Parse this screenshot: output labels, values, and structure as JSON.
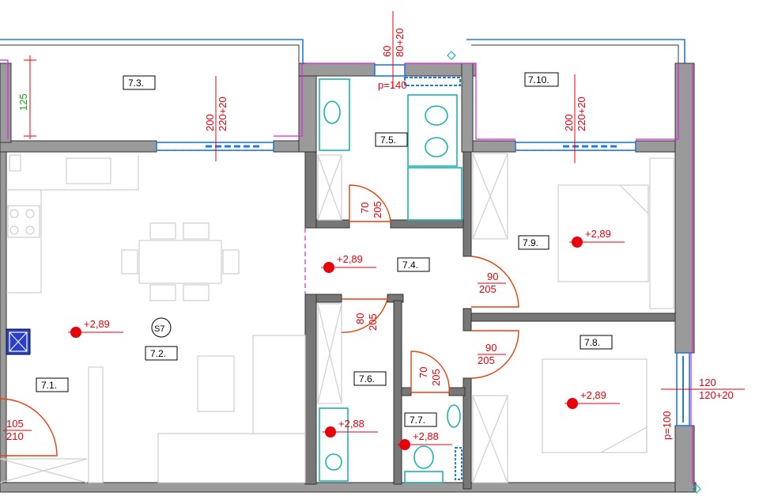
{
  "rooms": [
    {
      "id": "r71",
      "label": "7.1."
    },
    {
      "id": "r72",
      "label": "7.2."
    },
    {
      "id": "r73",
      "label": "7.3."
    },
    {
      "id": "r74",
      "label": "7.4."
    },
    {
      "id": "r75",
      "label": "7.5."
    },
    {
      "id": "r76",
      "label": "7.6."
    },
    {
      "id": "r77",
      "label": "7.7."
    },
    {
      "id": "r78",
      "label": "7.8."
    },
    {
      "id": "r79",
      "label": "7.9."
    },
    {
      "id": "r710",
      "label": "7.10."
    }
  ],
  "stair_tag": "S7",
  "levels": {
    "l1": "+2,89",
    "l2": "+2,89",
    "l3": "+2,89",
    "l4": "+2,89",
    "l5": "+2,88",
    "l6": "+2,88"
  },
  "window_dims": {
    "w1_a": "200",
    "w1_b": "220+20",
    "w2_a": "60",
    "w2_b": "80+20",
    "w2_c": "p=140",
    "w3_a": "200",
    "w3_b": "220+20",
    "w4_a": "120",
    "w4_b": "120+20",
    "w4_c": "p=100"
  },
  "door_dims": {
    "d1_a": "70",
    "d1_b": "205",
    "d2_a": "90",
    "d2_b": "205",
    "d3_a": "80",
    "d3_b": "205",
    "d4_a": "90",
    "d4_b": "205",
    "d5_a": "70",
    "d5_b": "205",
    "d6_a": "105",
    "d6_b": "210"
  },
  "height_dim": "125",
  "colors": {
    "wall": "#777777",
    "dimension": "#e8000b",
    "door": "#e8400b",
    "window": "#1e7be0",
    "sanitary": "#1ab3b3",
    "furniture": "#cfcfcf",
    "pink": "#e020e0",
    "green": "#11aa11"
  }
}
